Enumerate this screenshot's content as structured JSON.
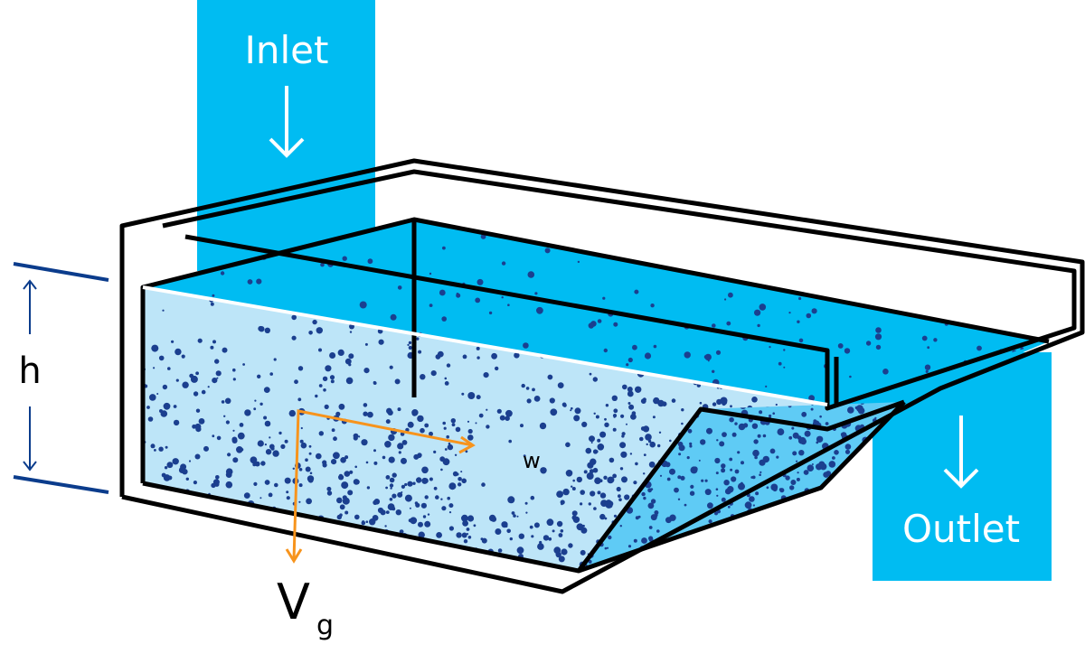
{
  "labels": {
    "inlet": "Inlet",
    "outlet": "Outlet",
    "height": "h",
    "width": "w",
    "velocity": "V",
    "velocity_subscript": "g"
  },
  "colors": {
    "flow": "#00BCF2",
    "water_front": "#BDE5F8",
    "water_slope": "#5FCBF5",
    "particles": "#1B3F8F",
    "vector": "#F7941D",
    "dimension": "#0B3C8C",
    "outline": "#000000"
  }
}
